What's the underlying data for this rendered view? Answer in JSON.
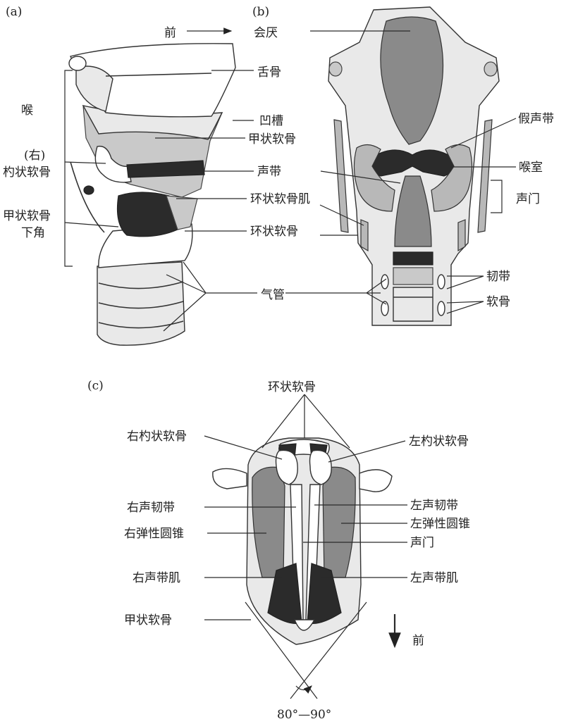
{
  "panels": {
    "a": {
      "tag": "(a)",
      "labels": {
        "front": "前",
        "hyoid": "舌骨",
        "notch": "凹槽",
        "thyroid": "甲状软骨",
        "larynx": "喉",
        "right": "(右)",
        "arytenoid": "杓状软骨",
        "vocal_cord": "声带",
        "cricoarytenoid_muscle": "环状软骨肌",
        "thyroid_inferior_horn_1": "甲状软骨",
        "thyroid_inferior_horn_2": "下角",
        "cricoid": "环状软骨",
        "trachea": "气管"
      }
    },
    "b": {
      "tag": "(b)",
      "labels": {
        "epiglottis": "会厌",
        "false_vocal_cord": "假声带",
        "ventricle": "喉室",
        "glottis": "声门",
        "ligament": "韧带",
        "cartilage": "软骨"
      }
    },
    "c": {
      "tag": "(c)",
      "labels": {
        "cricoid": "环状软骨",
        "right_arytenoid": "右杓状软骨",
        "left_arytenoid": "左杓状软骨",
        "right_vocal_ligament": "右声韧带",
        "right_conus_elasticus": "右弹性圆锥",
        "right_vocalis": "右声带肌",
        "thyroid": "甲状软骨",
        "left_vocal_ligament": "左声韧带",
        "left_conus_elasticus": "左弹性圆锥",
        "glottis": "声门",
        "left_vocalis": "左声带肌",
        "front": "前",
        "angle": "80°—90°"
      }
    }
  }
}
